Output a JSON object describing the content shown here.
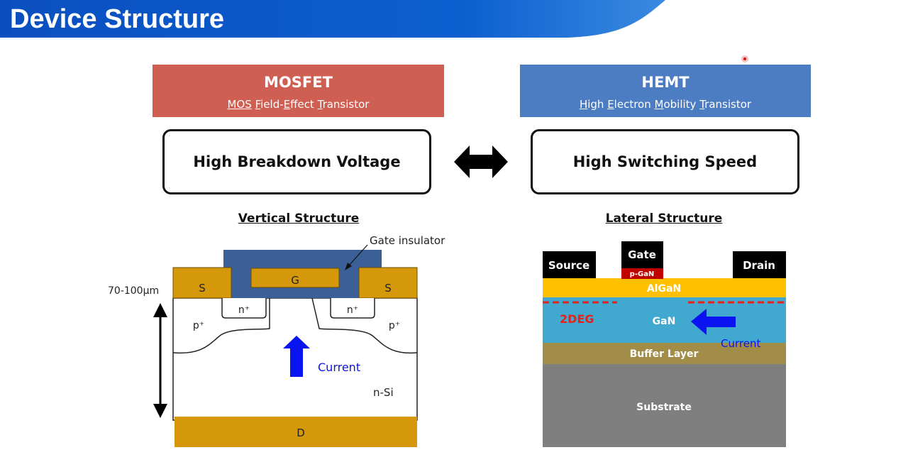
{
  "slide": {
    "title": "Device Structure"
  },
  "colors": {
    "banner": "#0a4fc0",
    "mosfet": "#cf5f52",
    "hemt": "#4c7cc1",
    "metal": "#d4980a",
    "gate_dark": "#3b5f97",
    "algan": "#ffc000",
    "gan": "#41a8d0",
    "buffer": "#a18c48",
    "substrate": "#7f7f7f",
    "current_arrow": "#0a14f0",
    "twodeg": "#e8201a"
  },
  "mosfet": {
    "name": "MOSFET",
    "full_name_parts": [
      {
        "underlined": "MOS",
        "rest": " "
      },
      {
        "underlined": "F",
        "rest": "ield-"
      },
      {
        "underlined": "E",
        "rest": "ffect "
      },
      {
        "underlined": "T",
        "rest": "ransistor"
      }
    ],
    "feature": "High Breakdown Voltage",
    "structure_label": "Vertical Structure",
    "diagram": {
      "gate_insulator": "Gate insulator",
      "gate": "G",
      "source_left": "S",
      "source_right": "S",
      "nplus_left": "n⁺",
      "nplus_right": "n⁺",
      "pplus_left": "p⁺",
      "pplus_right": "p⁺",
      "thickness": "70-100μm",
      "current": "Current",
      "substrate": "n-Si",
      "drain": "D"
    }
  },
  "hemt": {
    "name": "HEMT",
    "full_name_parts": [
      {
        "underlined": "H",
        "rest": "igh "
      },
      {
        "underlined": "E",
        "rest": "lectron "
      },
      {
        "underlined": "M",
        "rest": "obility "
      },
      {
        "underlined": "T",
        "rest": "ransistor"
      }
    ],
    "feature": "High Switching Speed",
    "structure_label": "Lateral Structure",
    "diagram": {
      "source": "Source",
      "gate": "Gate",
      "pgan": "p-GaN",
      "drain": "Drain",
      "algan": "AlGaN",
      "twodeg": "2DEG",
      "gan": "GaN",
      "current": "Current",
      "buffer": "Buffer Layer",
      "substrate": "Substrate"
    }
  },
  "comparison_icon": "double-arrow-icon"
}
